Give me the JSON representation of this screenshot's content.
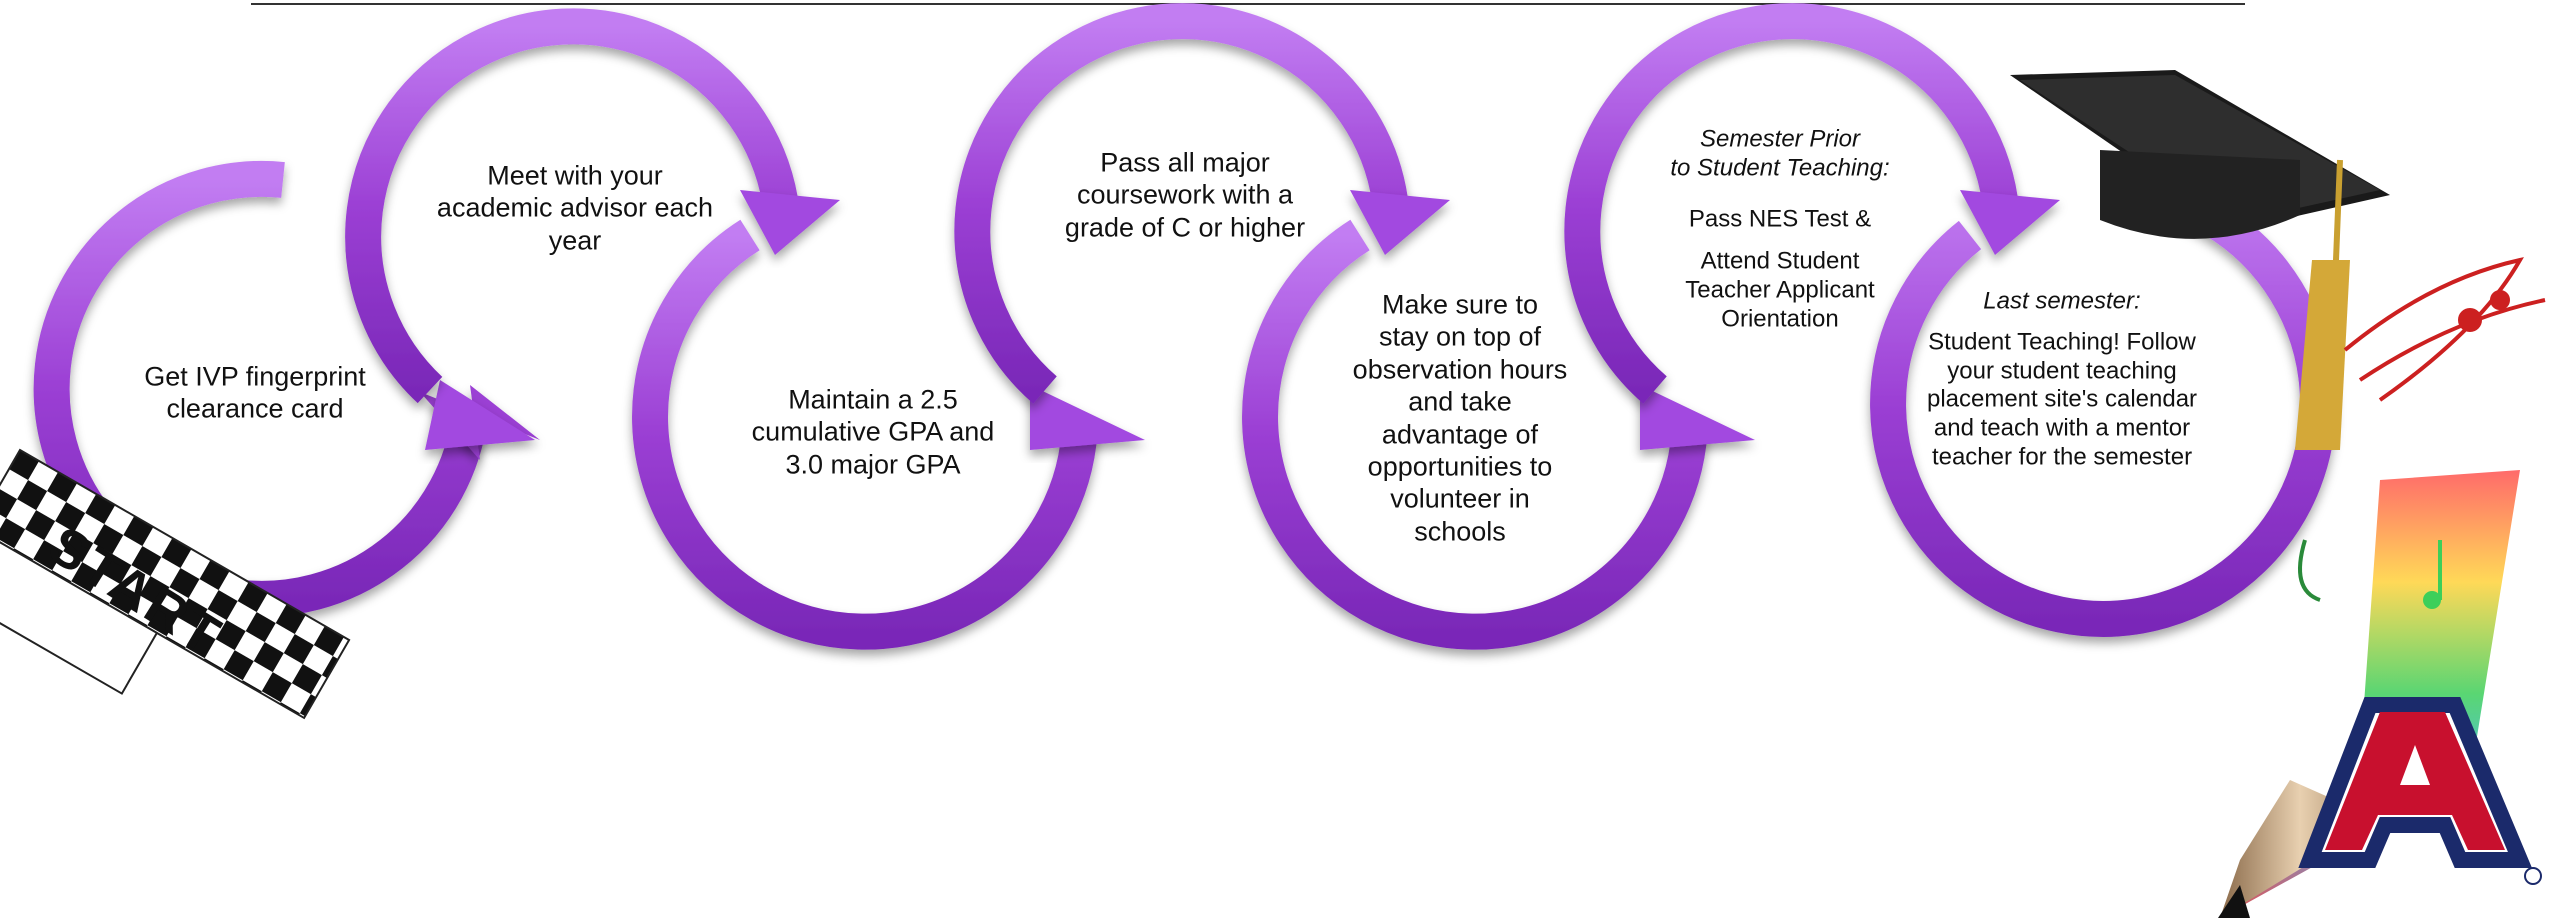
{
  "steps": [
    {
      "lines": [
        "Get IVP fingerprint",
        "clearance card"
      ]
    },
    {
      "lines": [
        "Meet with your",
        "academic advisor each",
        "year"
      ]
    },
    {
      "lines": [
        "Maintain a 2.5",
        "cumulative GPA and",
        "3.0 major GPA"
      ]
    },
    {
      "lines": [
        "Pass all major",
        "coursework with a",
        "grade of C or higher"
      ]
    },
    {
      "lines": [
        "Make sure to",
        "stay on top of",
        "observation hours",
        "and take",
        "advantage of",
        "opportunities to",
        "volunteer in",
        "schools"
      ]
    },
    {
      "heading": [
        "Semester Prior",
        "to Student Teaching:"
      ],
      "lines": [
        "Pass NES Test &"
      ],
      "lines2": [
        "Attend Student",
        "Teacher Applicant",
        "Orientation"
      ]
    },
    {
      "heading": [
        "Last semester:"
      ],
      "lines": [
        "Student Teaching! Follow",
        "your student teaching",
        "placement site's calendar",
        "and teach with a mentor",
        "teacher for the semester"
      ]
    }
  ],
  "start_flag": {
    "label": "START"
  },
  "colors": {
    "arrow": "#9b3fd4",
    "arrow_light": "#c080f0",
    "arrow_dark": "#6b22a8",
    "logo_red": "#c8102e",
    "logo_blue": "#1b2a6b"
  },
  "icons": [
    "graduation-cap-icon",
    "pencil-icon",
    "music-notes-icon",
    "university-logo-icon",
    "checkered-flag-icon"
  ]
}
